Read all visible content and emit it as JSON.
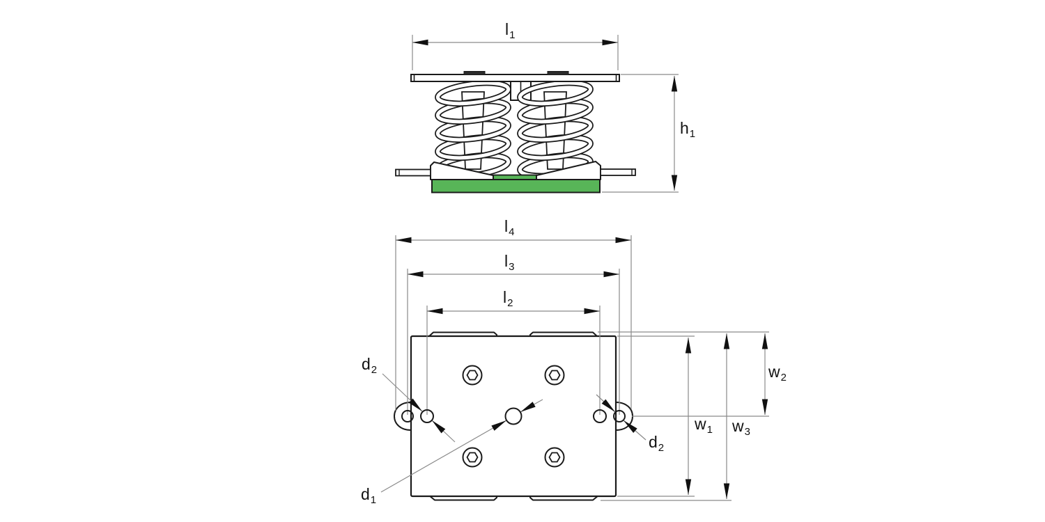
{
  "diagram": {
    "kind": "technical-drawing",
    "views": [
      "side-elevation",
      "plan-view"
    ],
    "dimension_labels": {
      "l1": {
        "base": "l",
        "sub": "1"
      },
      "l2": {
        "base": "l",
        "sub": "2"
      },
      "l3": {
        "base": "l",
        "sub": "3"
      },
      "l4": {
        "base": "l",
        "sub": "4"
      },
      "h1": {
        "base": "h",
        "sub": "1"
      },
      "w1": {
        "base": "w",
        "sub": "1"
      },
      "w2": {
        "base": "w",
        "sub": "2"
      },
      "w3": {
        "base": "w",
        "sub": "3"
      },
      "d1": {
        "base": "d",
        "sub": "1"
      },
      "d2": {
        "base": "d",
        "sub": "2"
      }
    },
    "colors": {
      "pad_green": "#58B558",
      "outline": "#1a1a1a",
      "dimension_line": "#8a8a8a",
      "arrow": "#111111",
      "background": "#ffffff"
    }
  }
}
